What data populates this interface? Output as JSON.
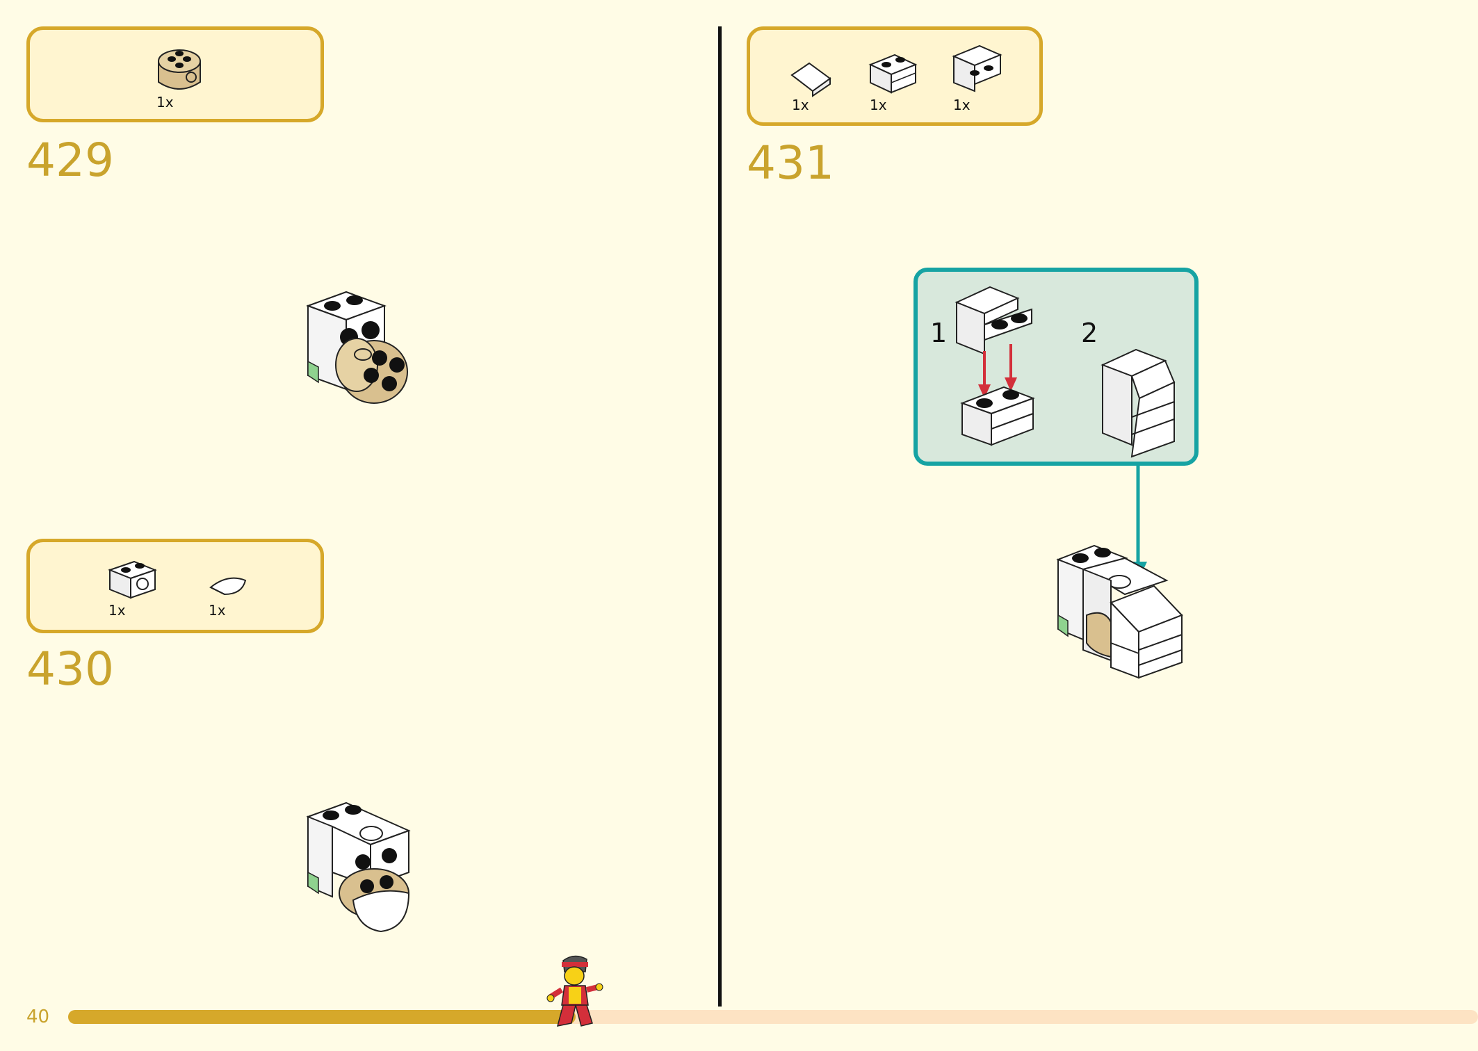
{
  "page_number": "40",
  "progress_fraction": 0.36,
  "colors": {
    "accent": "#d6a82a",
    "background": "#fffce6",
    "callout_border": "#16a3a3",
    "arrow": "#d32f3a"
  },
  "steps": [
    {
      "number": "429",
      "parts": [
        {
          "qty": "1x",
          "piece": "tan-round-brick-icon"
        }
      ]
    },
    {
      "number": "430",
      "parts": [
        {
          "qty": "1x",
          "piece": "white-technic-brick-icon"
        },
        {
          "qty": "1x",
          "piece": "white-curved-tile-icon"
        }
      ]
    },
    {
      "number": "431",
      "parts": [
        {
          "qty": "1x",
          "piece": "white-slope-icon"
        },
        {
          "qty": "1x",
          "piece": "white-brick-modified-icon"
        },
        {
          "qty": "1x",
          "piece": "white-bracket-icon"
        }
      ]
    }
  ],
  "callout": {
    "substeps": [
      "1",
      "2"
    ]
  }
}
